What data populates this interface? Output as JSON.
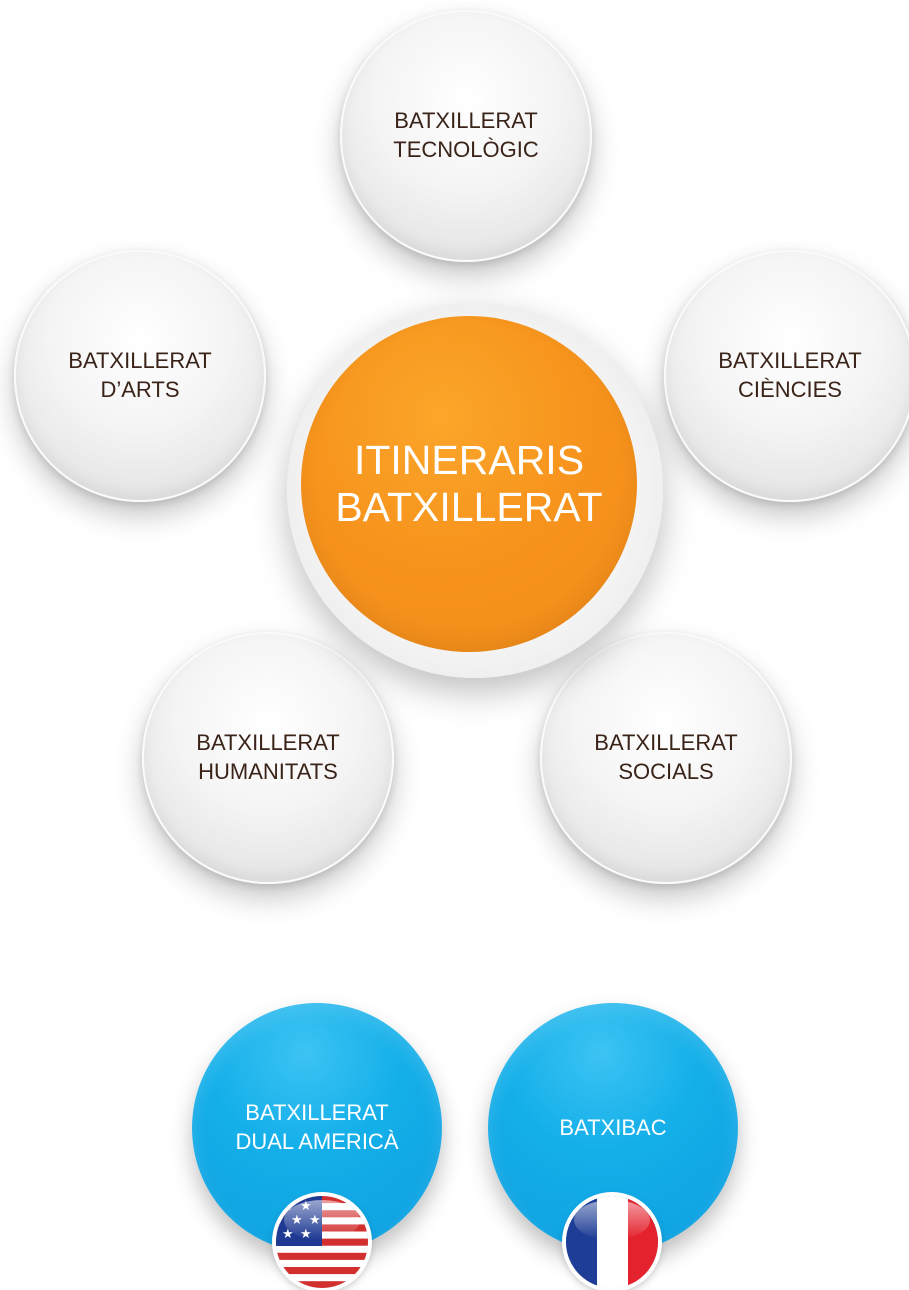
{
  "center": {
    "line1": "ITINERARIS",
    "line2": "BATXILLERAT"
  },
  "nodes": [
    {
      "id": "tecnologic",
      "line1": "BATXILLERAT",
      "line2": "TECNOLÒGIC"
    },
    {
      "id": "arts",
      "line1": "BATXILLERAT",
      "line2": "D’ARTS"
    },
    {
      "id": "ciencies",
      "line1": "BATXILLERAT",
      "line2": "CIÈNCIES"
    },
    {
      "id": "humanitats",
      "line1": "BATXILLERAT",
      "line2": "HUMANITATS"
    },
    {
      "id": "socials",
      "line1": "BATXILLERAT",
      "line2": "SOCIALS"
    }
  ],
  "extras": [
    {
      "id": "dual",
      "line1": "BATXILLERAT",
      "line2": "DUAL AMERICÀ",
      "flag": "usa-flag-icon"
    },
    {
      "id": "batxibac",
      "line1": "BATXIBAC",
      "flag": "france-flag-icon"
    }
  ],
  "colors": {
    "center": "#F7941D",
    "grey_circle": "#EDEDED",
    "blue_circle": "#14AFE9",
    "grey_text": "#3A2318"
  }
}
